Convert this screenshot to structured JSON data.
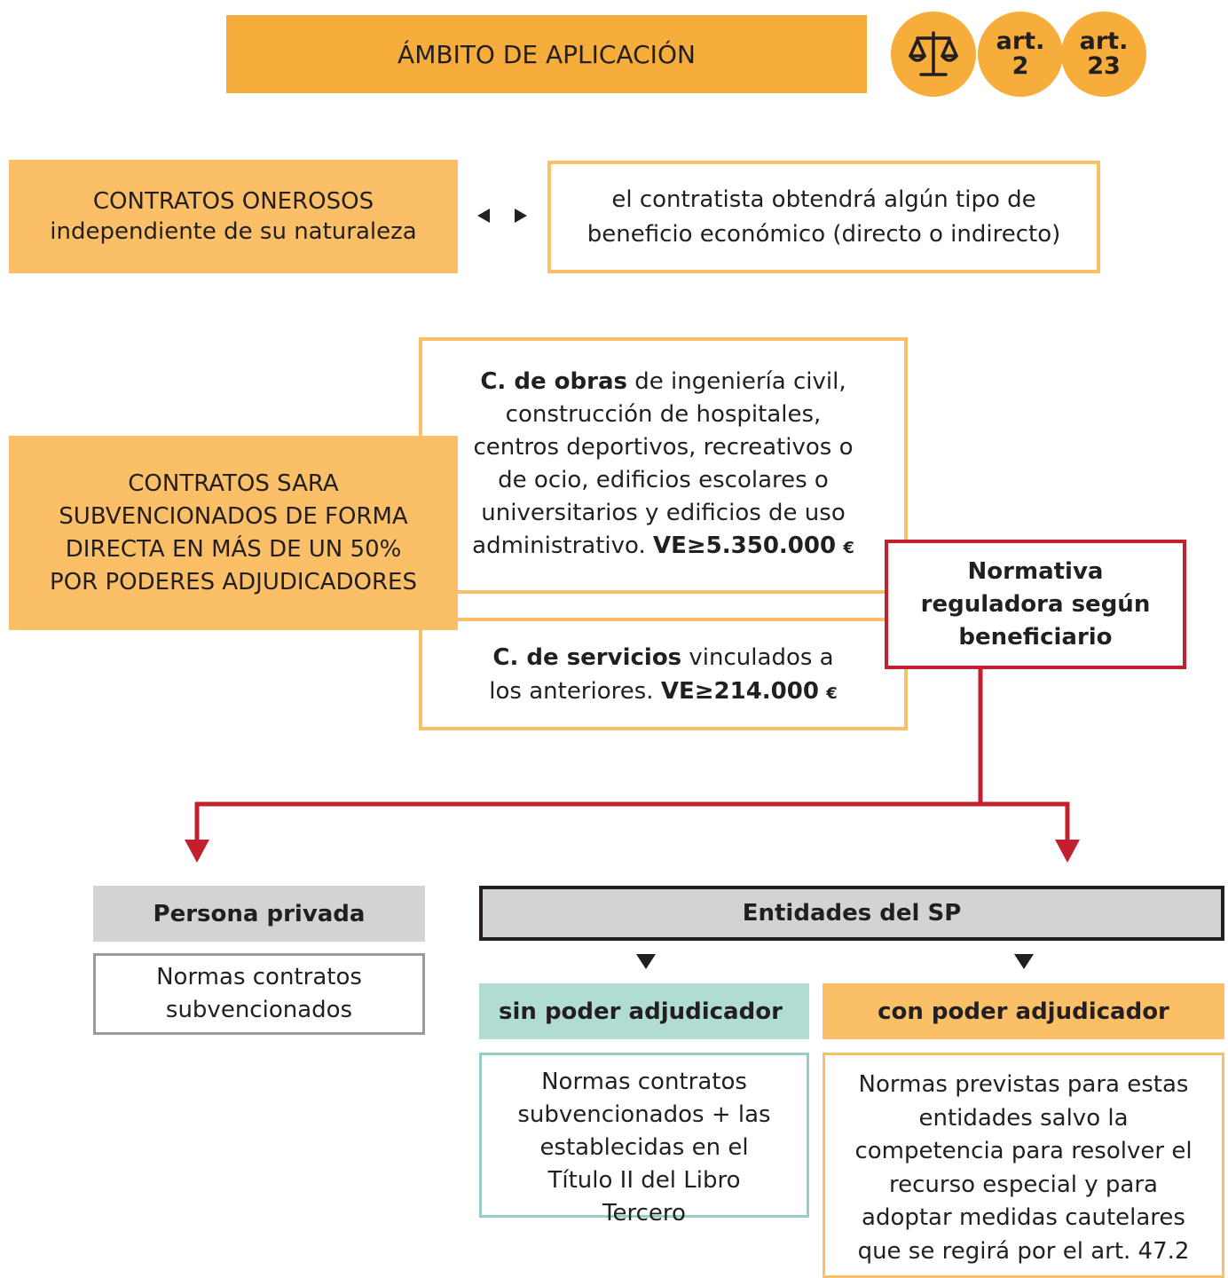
{
  "header": {
    "title": "ÁMBITO DE APLICACIÓN",
    "badge_scale_icon": "balance-scale-icon",
    "badge_art2_line1": "art.",
    "badge_art2_line2": "2",
    "badge_art23_line1": "art.",
    "badge_art23_line2": "23"
  },
  "onerosos": {
    "title": "CONTRATOS ONEROSOS",
    "subtitle": "independiente de su naturaleza",
    "arrows_icon": "bidirectional-arrows-icon",
    "description_line1": "el contratista obtendrá algún tipo de",
    "description_line2": "beneficio económico (directo o indirecto)"
  },
  "sara": {
    "line1": "CONTRATOS SARA",
    "line2_bold": "SUBVENCIONADOS",
    "line2_rest": " DE FORMA",
    "line3": "DIRECTA EN MÁS DE UN 50%",
    "line4": "POR PODERES ADJUDICADORES"
  },
  "obras": {
    "bold": "C. de obras",
    "line1_rest": " de ingeniería civil,",
    "line2": "construcción de hospitales,",
    "line3": "centros deportivos, recreativos o",
    "line4": "de ocio, edificios escolares o",
    "line5": "universitarios y edificios de uso",
    "line6": "administrativo.",
    "ve_label": "VE",
    "ve_symbol": "≥",
    "ve_value": "5.350.000",
    "currency": "€"
  },
  "servicios": {
    "bold": "C. de servicios",
    "line1_rest": " vinculados a",
    "line2": "los anteriores.",
    "ve_label": "VE",
    "ve_symbol": "≥",
    "ve_value": "214.000",
    "currency": "€"
  },
  "normativa": {
    "line1": "Normativa",
    "line2": "reguladora según",
    "line3": "beneficiario"
  },
  "persona_privada": {
    "header": "Persona privada",
    "body_line1": "Normas contratos",
    "body_line2": "subvencionados"
  },
  "entidades": {
    "header": "Entidades del SP"
  },
  "sin_poder": {
    "header": "sin poder adjudicador",
    "body_line1": "Normas contratos",
    "body_line2": "subvencionados + las",
    "body_line3": "establecidas en el",
    "body_line4": "Título II del Libro",
    "body_line5": "Tercero"
  },
  "con_poder": {
    "header": "con poder adjudicador",
    "body_line1": "Normas previstas para estas",
    "body_line2": "entidades salvo la",
    "body_line3": "competencia para resolver el",
    "body_line4": "recurso especial y para",
    "body_line5": "adoptar medidas cautelares",
    "body_line6": "que se regirá por el art. 47.2"
  },
  "colors": {
    "orange_dark": "#f6ad3c",
    "orange_light": "#fbbf68",
    "red": "#c3202f",
    "teal": "#b0dcd4",
    "gray": "#d3d3d5"
  }
}
